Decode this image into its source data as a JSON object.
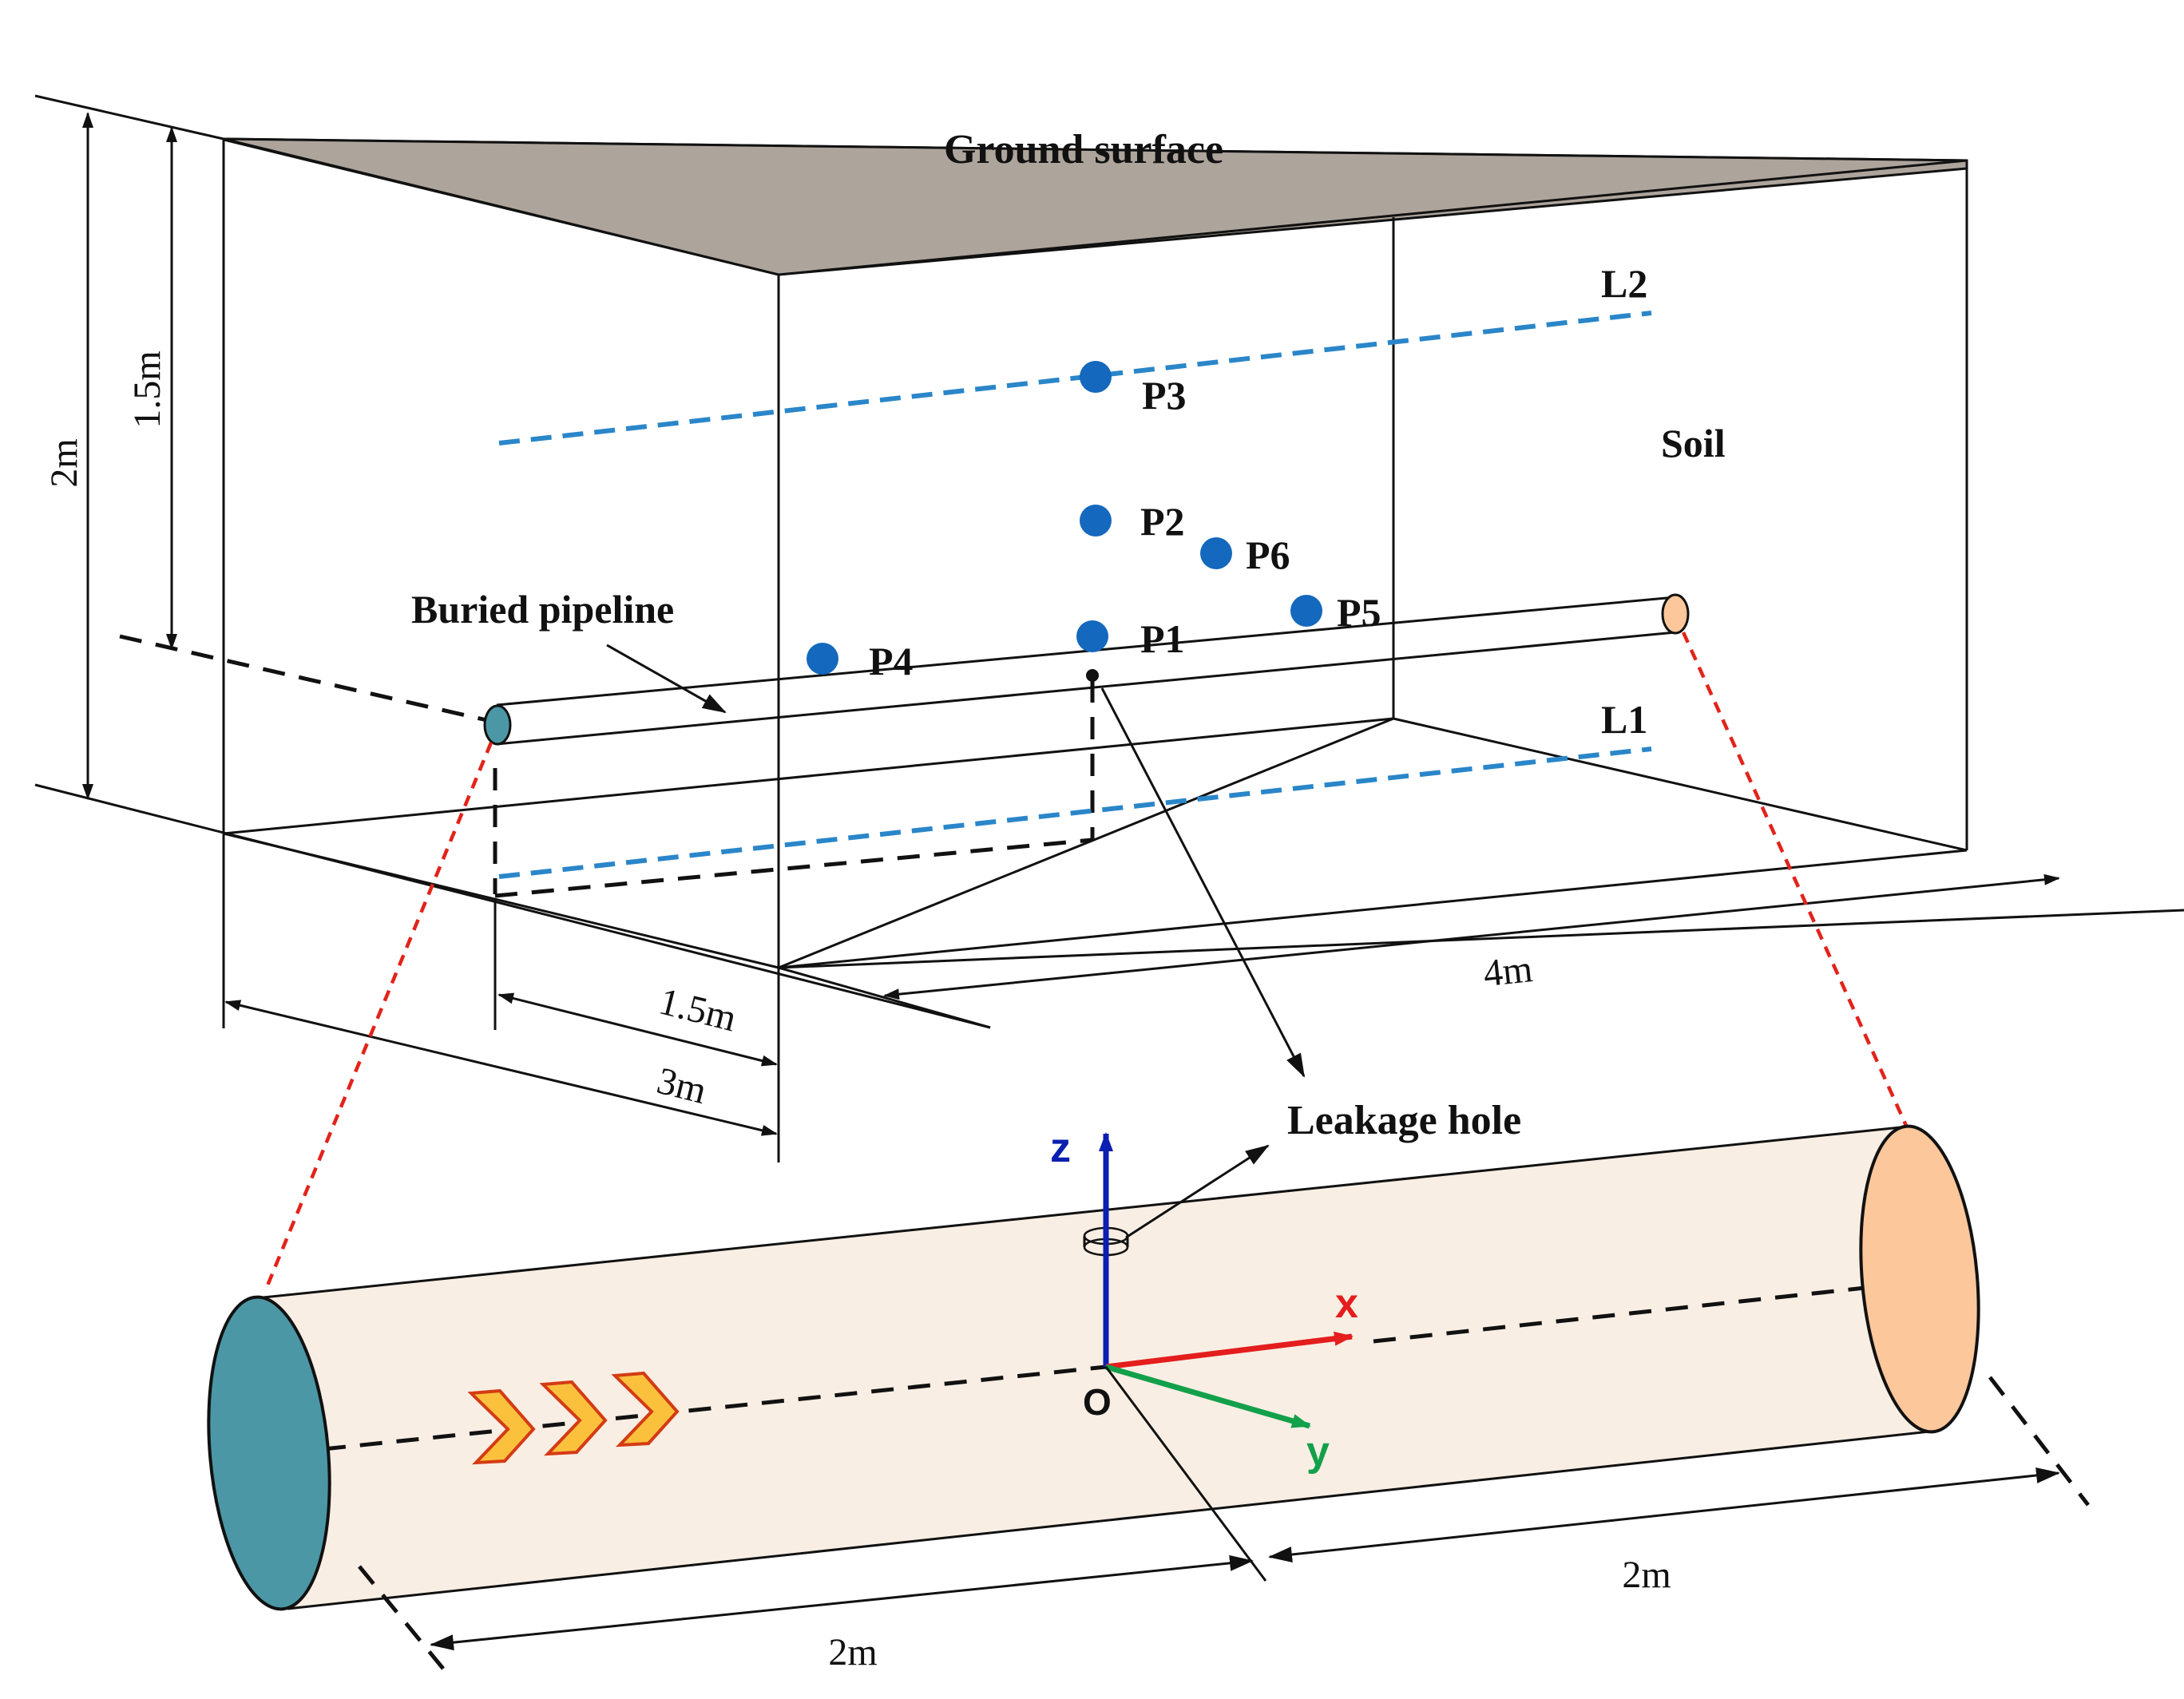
{
  "labels": {
    "ground_surface": "Ground surface",
    "soil": "Soil",
    "buried_pipeline": "Buried pipeline",
    "leakage_hole": "Leakage hole",
    "L1": "L1",
    "L2": "L2",
    "P1": "P1",
    "P2": "P2",
    "P3": "P3",
    "P4": "P4",
    "P5": "P5",
    "P6": "P6"
  },
  "dimensions": {
    "height_total": "2m",
    "depth": "1.5m",
    "width_half": "1.5m",
    "width_total": "3m",
    "length": "4m",
    "pipe_left": "2m",
    "pipe_right": "2m"
  },
  "axes": {
    "x": "x",
    "y": "y",
    "z": "z",
    "origin": "O"
  },
  "colors": {
    "ground": "#ada49c",
    "pipe_body": "#f8eee4",
    "inlet": "#4b97a6",
    "outlet": "#fbc79b",
    "monitor_point": "#1468bd",
    "monitor_line": "#2a86c9",
    "zoom_line": "#e2231a",
    "axis_x": "#e41d1d",
    "axis_y": "#13a04a",
    "axis_z": "#0b1fb0",
    "flow_arrow_fill": "#fbc13d",
    "flow_arrow_stroke": "#d43b14"
  }
}
